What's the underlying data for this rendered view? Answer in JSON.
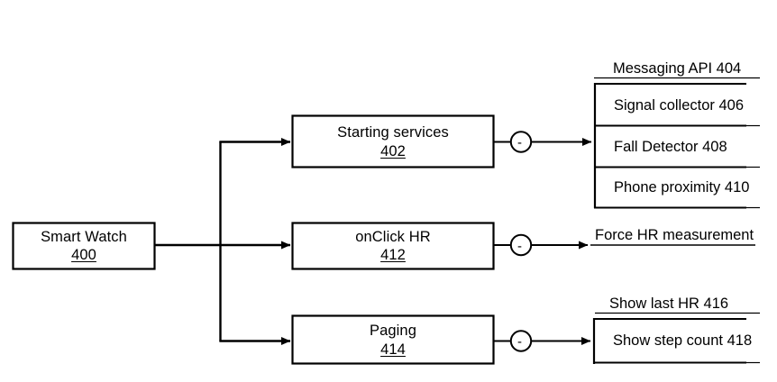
{
  "figure": {
    "type": "patent-flow-diagram",
    "background_color": "#ffffff",
    "line_color": "#000000",
    "text_color": "#000000"
  },
  "nodes": {
    "smart_watch": {
      "title": "Smart Watch",
      "ref": "400"
    },
    "starting_services": {
      "title": "Starting services",
      "ref": "402"
    },
    "onclick_hr": {
      "title": "onClick HR",
      "ref": "412"
    },
    "paging": {
      "title": "Paging",
      "ref": "414"
    }
  },
  "messaging_api": {
    "header_title": "Messaging API",
    "header_ref": "404",
    "rows": [
      {
        "title": "Signal collector",
        "ref": "406"
      },
      {
        "title": "Fall Detector",
        "ref": "408"
      },
      {
        "title": "Phone proximity",
        "ref": "410"
      }
    ]
  },
  "force_hr": {
    "label": "Force HR measurement"
  },
  "paging_output": {
    "header_title": "Show last HR",
    "header_ref": "416",
    "rows": [
      {
        "title": "Show step count",
        "ref": "418"
      }
    ]
  },
  "connectors": {
    "minus_symbol": "-",
    "junction_count": "3",
    "arrow_style": "solid-filled-triangle"
  }
}
